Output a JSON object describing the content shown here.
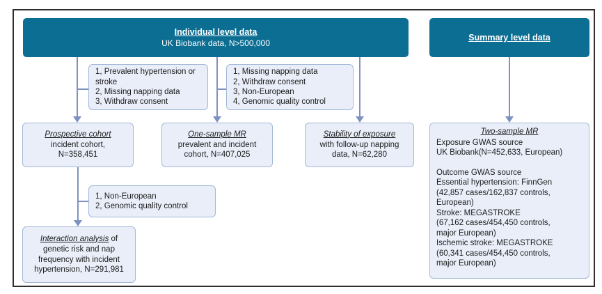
{
  "colors": {
    "header_bg": "#0d6e93",
    "header_text": "#ffffff",
    "box_bg": "#e9eef9",
    "box_border": "#a3b8d8",
    "connector": "#7e92c1",
    "frame_border": "#2e2e2e",
    "text": "#1c1c1c"
  },
  "individual_header": {
    "title": "Individual level data",
    "subtitle": "UK Biobank data, N>500,000"
  },
  "summary_header": {
    "title": "Summary level data"
  },
  "exclusion_cohort": {
    "lines": [
      "1, Prevalent hypertension or stroke",
      "2, Missing napping data",
      "3, Withdraw consent"
    ]
  },
  "exclusion_mr": {
    "lines": [
      "1, Missing napping data",
      "2, Withdraw consent",
      "3, Non-European",
      "4, Genomic quality control"
    ]
  },
  "exclusion_interaction": {
    "lines": [
      "1, Non-European",
      "2, Genomic quality control"
    ]
  },
  "prospective_cohort": {
    "title": "Prospective cohort",
    "lines": [
      "incident cohort,",
      "N=358,451"
    ]
  },
  "one_sample_mr": {
    "title": "One-sample MR",
    "lines": [
      "prevalent and incident",
      "cohort, N=407,025"
    ]
  },
  "stability_exposure": {
    "title": "Stability of exposure",
    "lines": [
      "with follow-up napping",
      "data, N=62,280"
    ]
  },
  "interaction_analysis": {
    "title": "Interaction analysis",
    "title_suffix": " of",
    "lines": [
      "genetic risk and nap",
      "frequency with incident",
      "hypertension, N=291,981"
    ]
  },
  "two_sample_mr": {
    "title": "Two-sample MR",
    "lines": [
      "Exposure GWAS source",
      "UK Biobank(N=452,633, European)",
      "",
      "Outcome GWAS source",
      "Essential hypertension: FinnGen",
      "(42,857 cases/162,837 controls,",
      "European)",
      "Stroke: MEGASTROKE",
      "(67,162 cases/454,450 controls,",
      "major European)",
      "Ischemic stroke: MEGASTROKE",
      "(60,341 cases/454,450 controls,",
      "major European)"
    ]
  }
}
